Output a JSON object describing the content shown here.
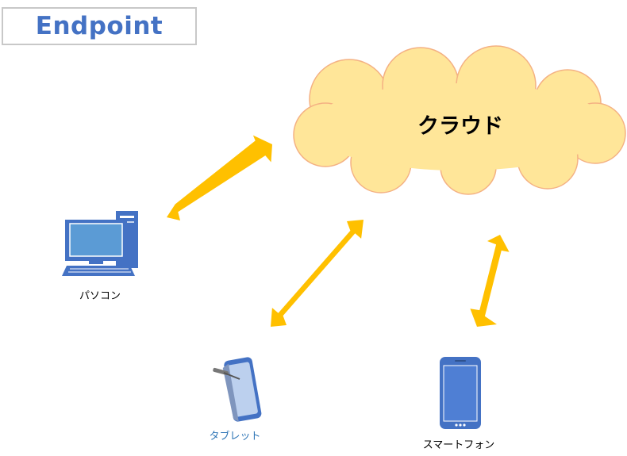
{
  "title": "Endpoint",
  "cloud": {
    "label": "クラウド"
  },
  "devices": {
    "pc": {
      "label": "パソコン",
      "icon": "desktop-computer-icon"
    },
    "tablet": {
      "label": "タブレット",
      "icon": "tablet-icon"
    },
    "smartphone": {
      "label": "スマートフォン",
      "icon": "smartphone-icon"
    }
  },
  "colors": {
    "title": "#4472c4",
    "title_border": "#c8c8c8",
    "cloud_fill": "#ffe699",
    "cloud_stroke": "#f4b183",
    "arrow": "#ffc000",
    "device_blue": "#4472c4",
    "tablet_label": "#2e75b6"
  }
}
